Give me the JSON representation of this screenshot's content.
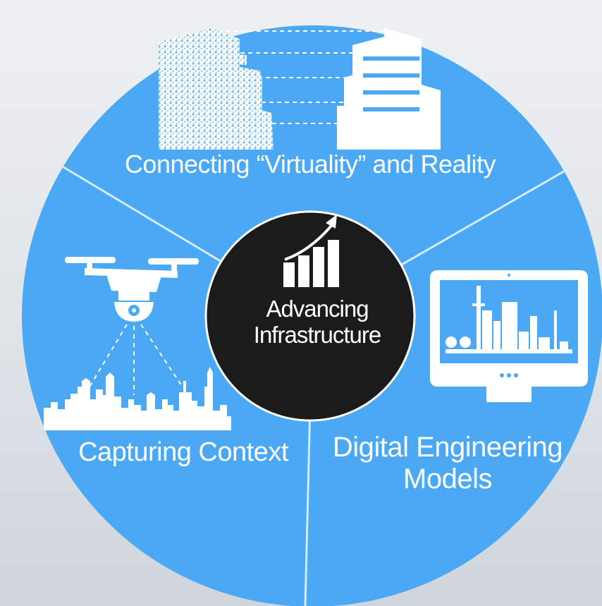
{
  "center": {
    "title": "Advancing Infrastructure",
    "icon": "rising-bar-chart-icon"
  },
  "segments": [
    {
      "label": "Connecting “Virtuality” and Reality",
      "icon": "virtual-and-real-buildings-icon"
    },
    {
      "label": "Capturing Context",
      "icon": "drone-city-scan-icon"
    },
    {
      "label": "Digital Engineering Models",
      "icon": "monitor-plant-model-icon"
    }
  ],
  "colors": {
    "circle": "#4aa8f5",
    "divider": "#d4ebfb",
    "hub": "#1b1b1b",
    "text": "#ffffff"
  }
}
